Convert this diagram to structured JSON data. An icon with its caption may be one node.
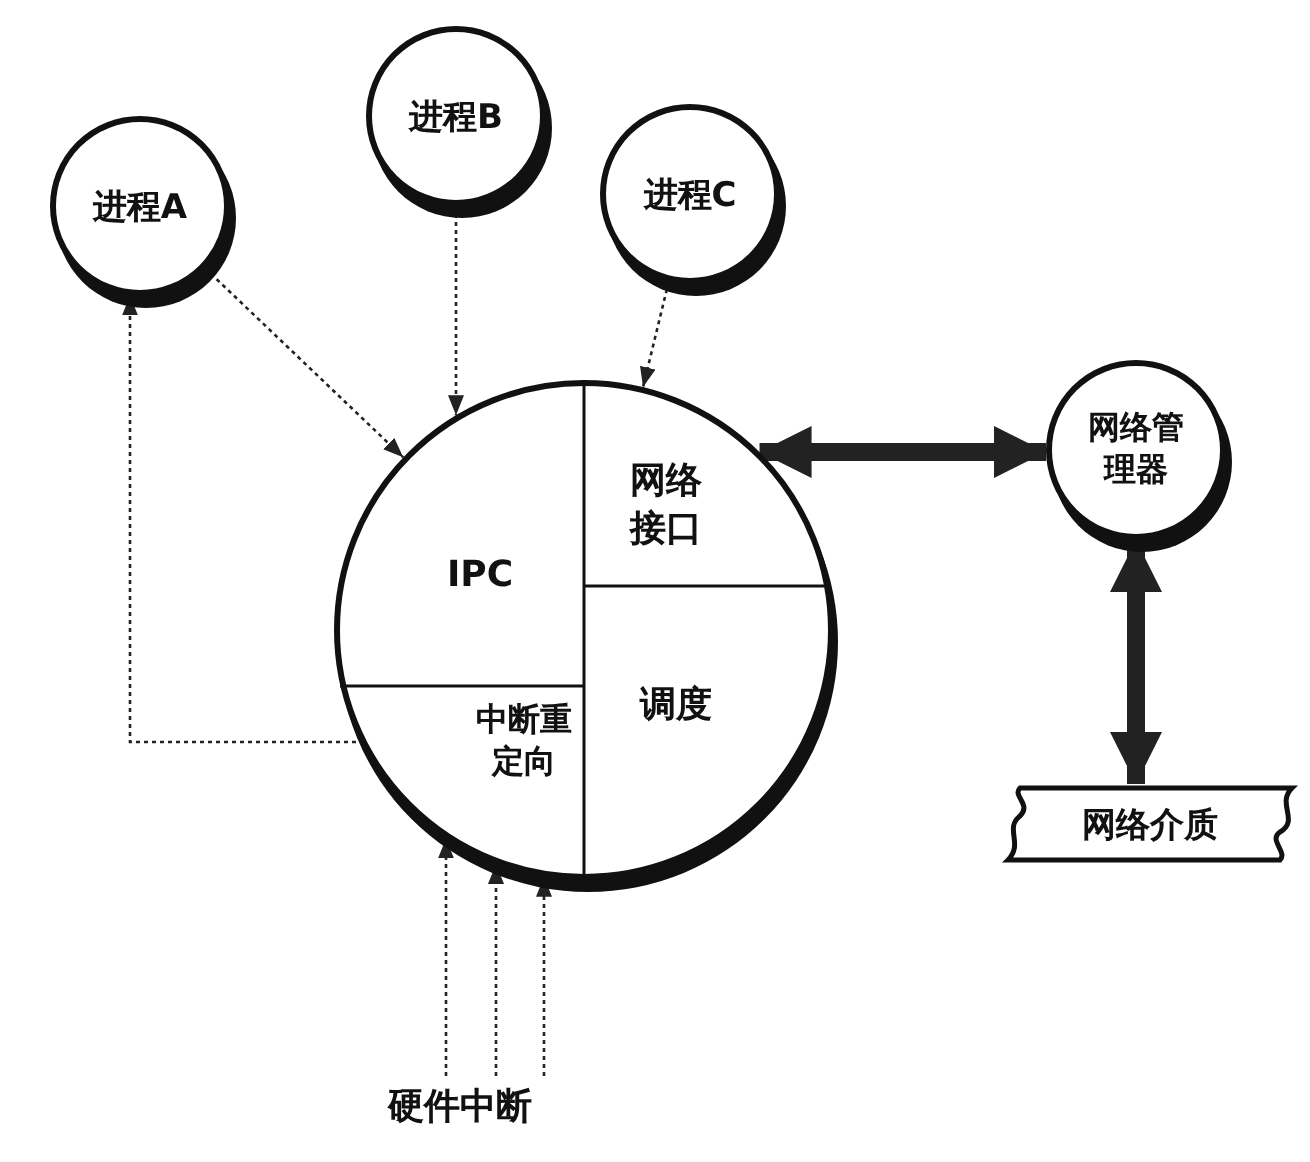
{
  "diagram": {
    "nodes": [
      {
        "text": [
          "进程A"
        ]
      },
      {
        "text": [
          "进程B"
        ]
      },
      {
        "text": [
          "进程C"
        ]
      },
      {
        "text": [],
        "shape": "circle"
      },
      {
        "text": [
          "IPC"
        ],
        "in": 3
      },
      {
        "text": [
          "网络接口"
        ],
        "in": 3
      },
      {
        "text": [
          "调度"
        ],
        "in": 3
      },
      {
        "text": [
          "中断重定向"
        ],
        "in": 3
      },
      {
        "text": [
          "网络管理器"
        ]
      },
      {
        "text": [
          "网络介质"
        ]
      },
      {
        "text": [
          "硬件中断"
        ]
      }
    ],
    "edges": [
      {
        "from": 0,
        "to": 3,
        "arrow": "to",
        "style": "dashed"
      },
      {
        "from": 1,
        "to": 3,
        "arrow": "to",
        "style": "dashed"
      },
      {
        "from": 2,
        "to": 3,
        "arrow": "to",
        "style": "dashed"
      },
      {
        "from": 7,
        "to": 0,
        "arrow": "to",
        "style": "dashed"
      },
      {
        "from": 3,
        "to": 8,
        "arrow": "both",
        "style": "thick"
      },
      {
        "from": 8,
        "to": 9,
        "arrow": "both",
        "style": "thick"
      },
      {
        "from": 10,
        "to": 3,
        "arrow": "to",
        "style": "dashed"
      },
      {
        "from": 10,
        "to": 3,
        "arrow": "to",
        "style": "dashed"
      },
      {
        "from": 10,
        "to": 3,
        "arrow": "to",
        "style": "dashed"
      }
    ]
  }
}
